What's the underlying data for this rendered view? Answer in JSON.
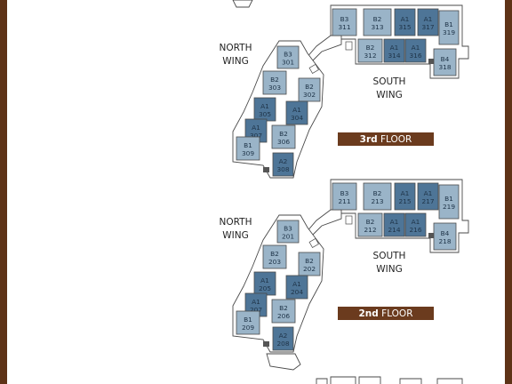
{
  "colors": {
    "frame": "#5e3317",
    "unit_light": "#9ab4c8",
    "unit_dark": "#4e7597",
    "outline": "#4a4a4a",
    "banner": "#6b3b1e",
    "banner_text": "#ffffff"
  },
  "floors": [
    {
      "id": "3rd",
      "banner": {
        "bold": "3rd",
        "normal": " FLOOR"
      },
      "north_wing": {
        "line1": "NORTH",
        "line2": "WING"
      },
      "south_wing": {
        "line1": "SOUTH",
        "line2": "WING"
      },
      "units": [
        {
          "type": "B3",
          "num": "311",
          "shade": "light"
        },
        {
          "type": "B2",
          "num": "313",
          "shade": "light"
        },
        {
          "type": "A1",
          "num": "315",
          "shade": "dark"
        },
        {
          "type": "A1",
          "num": "317",
          "shade": "dark"
        },
        {
          "type": "B1",
          "num": "319",
          "shade": "light"
        },
        {
          "type": "B2",
          "num": "312",
          "shade": "light"
        },
        {
          "type": "A1",
          "num": "314",
          "shade": "dark"
        },
        {
          "type": "A1",
          "num": "316",
          "shade": "dark"
        },
        {
          "type": "B4",
          "num": "318",
          "shade": "light"
        },
        {
          "type": "B3",
          "num": "301",
          "shade": "light"
        },
        {
          "type": "B2",
          "num": "303",
          "shade": "light"
        },
        {
          "type": "B2",
          "num": "302",
          "shade": "light"
        },
        {
          "type": "A1",
          "num": "305",
          "shade": "dark"
        },
        {
          "type": "A1",
          "num": "304",
          "shade": "dark"
        },
        {
          "type": "A1",
          "num": "307",
          "shade": "dark"
        },
        {
          "type": "B2",
          "num": "306",
          "shade": "light"
        },
        {
          "type": "B1",
          "num": "309",
          "shade": "light"
        },
        {
          "type": "A2",
          "num": "308",
          "shade": "dark"
        }
      ]
    },
    {
      "id": "2nd",
      "banner": {
        "bold": "2nd",
        "normal": " FLOOR"
      },
      "north_wing": {
        "line1": "NORTH",
        "line2": "WING"
      },
      "south_wing": {
        "line1": "SOUTH",
        "line2": "WING"
      },
      "units": [
        {
          "type": "B3",
          "num": "211",
          "shade": "light"
        },
        {
          "type": "B2",
          "num": "213",
          "shade": "light"
        },
        {
          "type": "A1",
          "num": "215",
          "shade": "dark"
        },
        {
          "type": "A1",
          "num": "217",
          "shade": "dark"
        },
        {
          "type": "B1",
          "num": "219",
          "shade": "light"
        },
        {
          "type": "B2",
          "num": "212",
          "shade": "light"
        },
        {
          "type": "A1",
          "num": "214",
          "shade": "dark"
        },
        {
          "type": "A1",
          "num": "216",
          "shade": "dark"
        },
        {
          "type": "B4",
          "num": "218",
          "shade": "light"
        },
        {
          "type": "B3",
          "num": "201",
          "shade": "light"
        },
        {
          "type": "B2",
          "num": "203",
          "shade": "light"
        },
        {
          "type": "B2",
          "num": "202",
          "shade": "light"
        },
        {
          "type": "A1",
          "num": "205",
          "shade": "dark"
        },
        {
          "type": "A1",
          "num": "204",
          "shade": "dark"
        },
        {
          "type": "A1",
          "num": "207",
          "shade": "dark"
        },
        {
          "type": "B2",
          "num": "206",
          "shade": "light"
        },
        {
          "type": "B1",
          "num": "209",
          "shade": "light"
        },
        {
          "type": "A2",
          "num": "208",
          "shade": "dark"
        }
      ]
    }
  ]
}
